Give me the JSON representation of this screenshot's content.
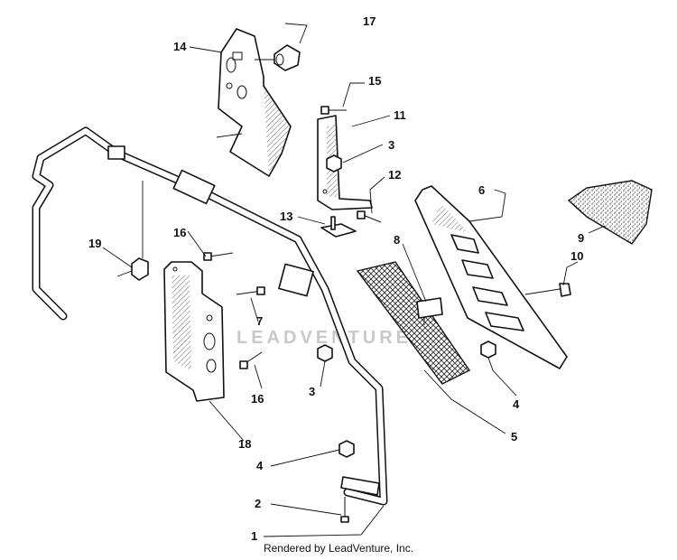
{
  "diagram": {
    "callouts": [
      {
        "id": "c1",
        "label": "1"
      },
      {
        "id": "c2",
        "label": "2"
      },
      {
        "id": "c3a",
        "label": "3"
      },
      {
        "id": "c3b",
        "label": "3"
      },
      {
        "id": "c4a",
        "label": "4"
      },
      {
        "id": "c4b",
        "label": "4"
      },
      {
        "id": "c5",
        "label": "5"
      },
      {
        "id": "c6",
        "label": "6"
      },
      {
        "id": "c7",
        "label": "7"
      },
      {
        "id": "c8",
        "label": "8"
      },
      {
        "id": "c9",
        "label": "9"
      },
      {
        "id": "c10",
        "label": "10"
      },
      {
        "id": "c11",
        "label": "11"
      },
      {
        "id": "c12",
        "label": "12"
      },
      {
        "id": "c13",
        "label": "13"
      },
      {
        "id": "c14",
        "label": "14"
      },
      {
        "id": "c15",
        "label": "15"
      },
      {
        "id": "c16a",
        "label": "16"
      },
      {
        "id": "c16b",
        "label": "16"
      },
      {
        "id": "c17",
        "label": "17"
      },
      {
        "id": "c18",
        "label": "18"
      },
      {
        "id": "c19",
        "label": "19"
      }
    ],
    "watermark": "LEADVENTURE",
    "footer": "Rendered by LeadVenture, Inc."
  }
}
